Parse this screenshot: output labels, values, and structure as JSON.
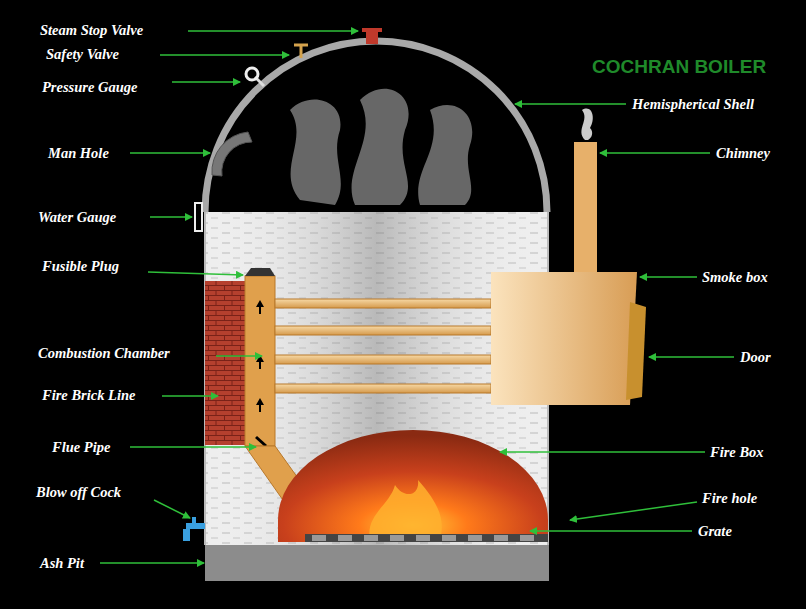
{
  "diagram": {
    "title": "COCHRAN BOILER",
    "labels": [
      "Steam Stop Valve",
      "Safety Valve",
      "Pressure Gauge",
      "Man Hole",
      "Water Gauge",
      "Fusible Plug",
      "Combustion Chamber",
      "Fire Brick Line",
      "Flue Pipe",
      "Blow off Cock",
      "Ash Pit",
      "Hemispherical Shell",
      "Chimney",
      "Smoke box",
      "Door",
      "Fire Box",
      "Fire hole",
      "Grate"
    ]
  }
}
